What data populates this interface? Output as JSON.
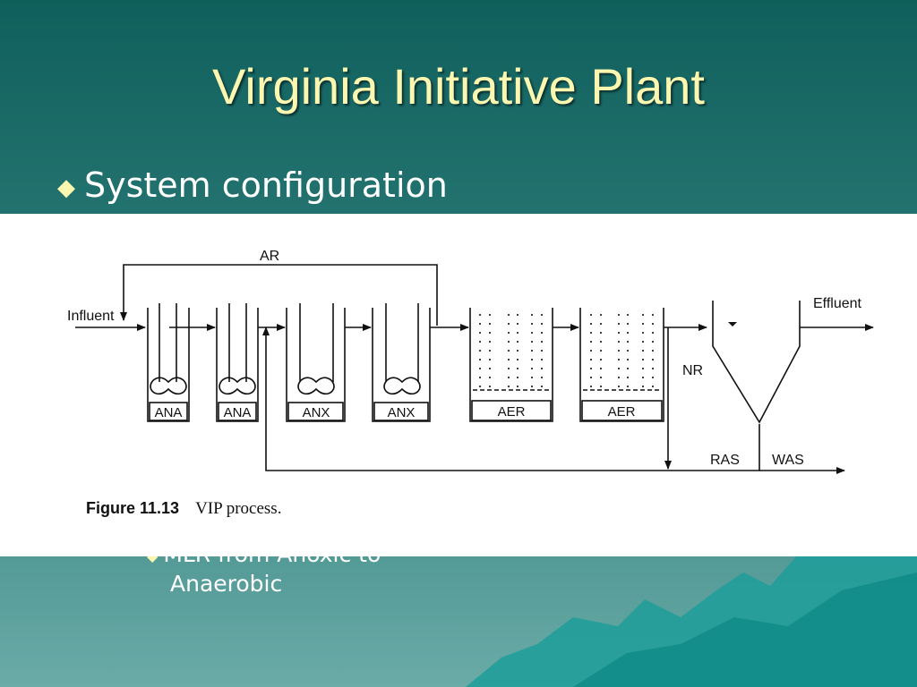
{
  "slide": {
    "title": "Virginia Initiative Plant",
    "bullet_text": "System configuration",
    "sub_bullet_line1": "MLR from Anoxic to",
    "sub_bullet_line2": "Anaerobic"
  },
  "figure": {
    "caption_number": "Figure 11.13",
    "caption_text": "VIP process.",
    "labels": {
      "ar": "AR",
      "influent": "Influent",
      "effluent": "Effluent",
      "nr": "NR",
      "ras": "RAS",
      "was": "WAS"
    },
    "tanks": [
      "ANA",
      "ANA",
      "ANX",
      "ANX",
      "AER",
      "AER"
    ]
  },
  "colors": {
    "background_top": "#0f5f5c",
    "background_bottom": "#69aaa6",
    "title_color": "#fbf7b0",
    "bullet_color": "#fbf7b0"
  }
}
